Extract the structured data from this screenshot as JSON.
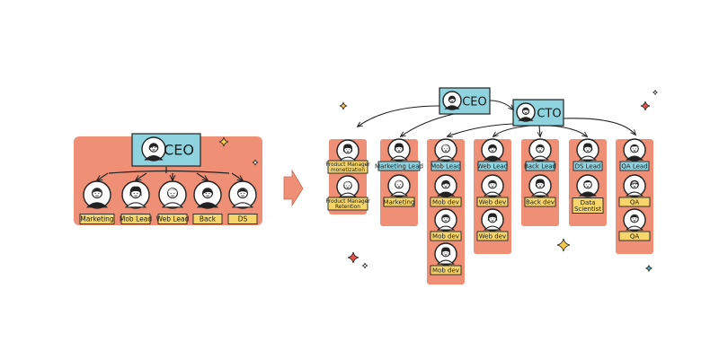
{
  "colors": {
    "panel": "#ef8f75",
    "ceo_box": "#8fd3df",
    "label_yellow": "#f6d56b",
    "label_blue": "#8fd3df",
    "arrow": "#ef8f75",
    "sparkle_dark": "#2b2b2b",
    "sparkle_yellow": "#f6c94e",
    "sparkle_red": "#e4534a",
    "sparkle_teal": "#58b4b8"
  },
  "left_chart": {
    "ceo": "CEO",
    "members": [
      "Marketing",
      "Mob Lead",
      "Web Lead",
      "Back",
      "DS"
    ]
  },
  "right_chart": {
    "ceo": "CEO",
    "cto": "CTO",
    "columns": [
      {
        "head": "Product Manager\nmonetization",
        "members": [
          "Product Manager\nRetention"
        ]
      },
      {
        "head": "Marketing Lead",
        "members": [
          "Marketing"
        ]
      },
      {
        "head": "Mob Lead",
        "members": [
          "Mob dev",
          "Mob dev",
          "Mob dev"
        ]
      },
      {
        "head": "Web Lead",
        "members": [
          "Web dev",
          "Web dev"
        ]
      },
      {
        "head": "Back Lead",
        "members": [
          "Back dev"
        ]
      },
      {
        "head": "DS Lead",
        "members": [
          "Data\nScientist"
        ]
      },
      {
        "head": "QA Lead",
        "members": [
          "QA",
          "QA"
        ]
      }
    ]
  }
}
